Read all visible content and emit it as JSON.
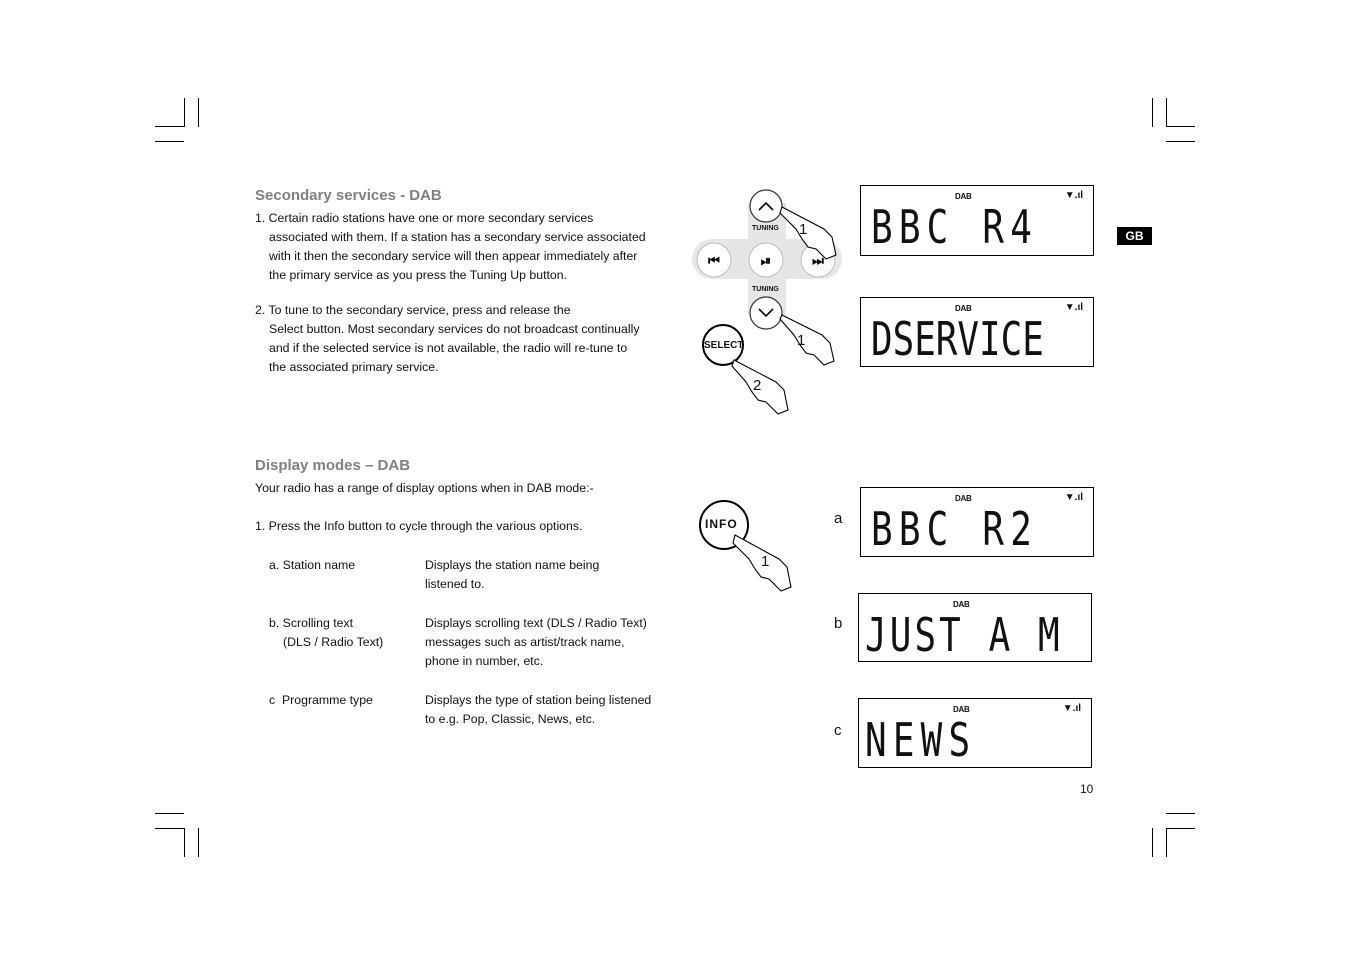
{
  "section1": {
    "title": "Secondary services - DAB",
    "step1": [
      "1. Certain radio stations have one or more secondary services",
      "associated with them. If a station has a secondary service associated",
      "with it then the secondary service will then appear immediately after",
      "the primary service as you press the Tuning Up button."
    ],
    "step2": [
      "2. To tune to the secondary service, press and release the",
      "Select button. Most secondary services do not broadcast continually",
      "and if the selected service is not available, the radio will re-tune to",
      "the associated primary service."
    ]
  },
  "section2": {
    "title": "Display modes – DAB",
    "intro": "Your radio has a range of display options when in DAB mode:-",
    "step1": "1. Press the Info button to cycle through the various options.",
    "options": [
      {
        "label1": "a. Station name",
        "label2": "",
        "desc": [
          "Displays the station name being",
          "listened to."
        ]
      },
      {
        "label1": "b. Scrolling text",
        "label2": "(DLS / Radio Text)",
        "desc": [
          "Displays scrolling text (DLS / Radio Text)",
          "messages such as artist/track name,",
          "phone in number, etc."
        ]
      },
      {
        "label1": "c  Programme type",
        "label2": "",
        "desc": [
          "Displays the type of station being listened",
          "to e.g. Pop, Classic, News, etc."
        ]
      }
    ]
  },
  "buttons": {
    "tuning_up": "TUNING",
    "tuning_down": "TUNING",
    "select": "SELECT",
    "info": "INFO",
    "prev_icon": "skip-back-icon",
    "play_icon": "play-pause-icon",
    "next_icon": "skip-forward-icon"
  },
  "finger_labels": {
    "tune_up": "1",
    "tune_down": "1",
    "select": "2",
    "info": "1"
  },
  "displays": {
    "top1": {
      "dab": "DAB",
      "text": "BBC R4"
    },
    "top2": {
      "dab": "DAB",
      "text": "DSERVICE"
    },
    "a": {
      "letter": "a",
      "dab": "DAB",
      "text": "BBC R2"
    },
    "b": {
      "letter": "b",
      "dab": "DAB",
      "text": "JUST A M"
    },
    "c": {
      "letter": "c",
      "dab": "DAB",
      "text": "NEWS"
    }
  },
  "language_tab": "GB",
  "page_number": "10"
}
